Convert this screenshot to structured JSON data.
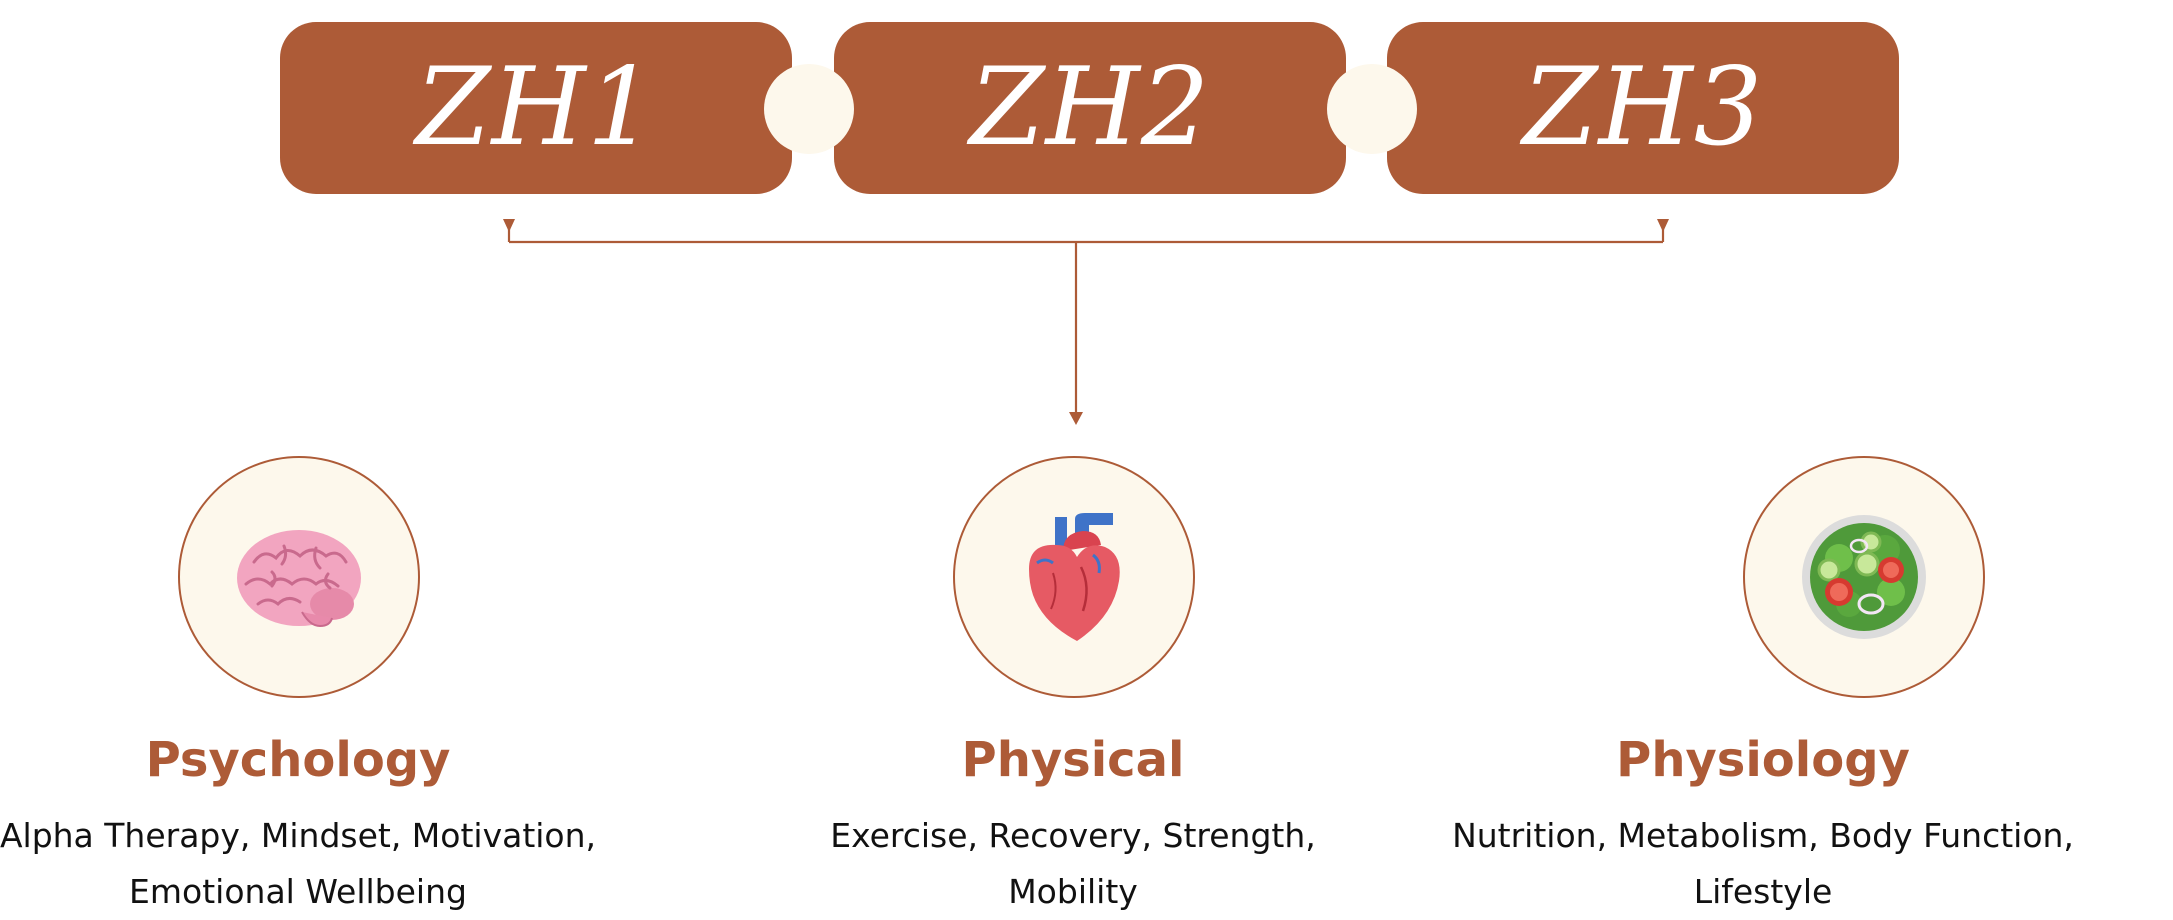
{
  "header_boxes": [
    {
      "label": "ZH1"
    },
    {
      "label": "ZH2"
    },
    {
      "label": "ZH3"
    }
  ],
  "pillars": [
    {
      "icon": "brain-icon",
      "title": "Psychology",
      "desc_line1": "Alpha Therapy, Mindset, Motivation,",
      "desc_line2": "Emotional Wellbeing"
    },
    {
      "icon": "heart-icon",
      "title": "Physical",
      "desc_line1": "Exercise, Recovery, Strength,",
      "desc_line2": "Mobility"
    },
    {
      "icon": "salad-icon",
      "title": "Physiology",
      "desc_line1": "Nutrition, Metabolism, Body Function,",
      "desc_line2": "Lifestyle"
    }
  ],
  "colors": {
    "accent": "#ad5b37",
    "cream": "#fdf8ec",
    "text": "#111111"
  }
}
